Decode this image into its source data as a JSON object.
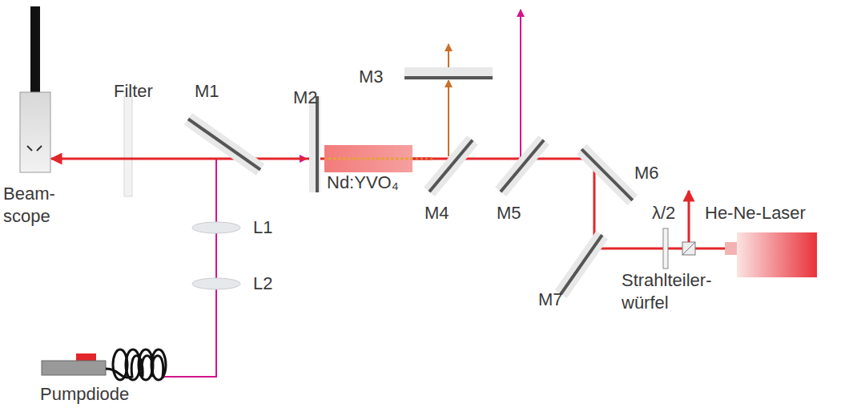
{
  "diagram": {
    "labels": [
      "Filter",
      "M1",
      "M2",
      "M3",
      "Beam- scope",
      "Nd:YVO₄",
      "M4",
      "M5",
      "M6",
      "L1",
      "L2",
      "M7",
      "λ/2",
      "He-Ne-Laser",
      "Strahlteiler- würfel",
      "Pumpdiode"
    ]
  }
}
